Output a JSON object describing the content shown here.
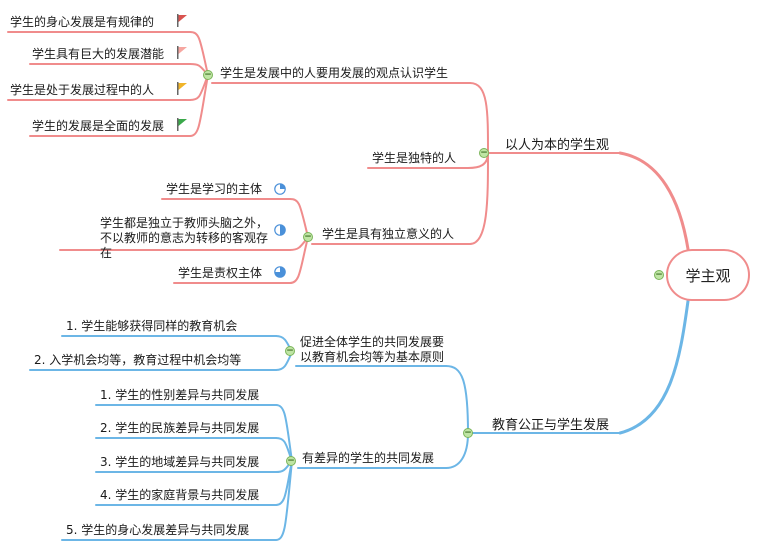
{
  "root": {
    "label": "学主观"
  },
  "branches": {
    "people": {
      "label": "以人为本的学生观"
    },
    "equity": {
      "label": "教育公正与学生发展"
    }
  },
  "people_children": {
    "develop": {
      "label": "学生是发展中的人要用发展的观点认识学生",
      "items": [
        {
          "label": "学生的身心发展是有规律的",
          "flag_color": "#d9534f"
        },
        {
          "label": "学生具有巨大的发展潜能",
          "flag_color": "#f6a6a0"
        },
        {
          "label": "学生是处于发展过程中的人",
          "flag_color": "#f0b429"
        },
        {
          "label": "学生的发展是全面的发展",
          "flag_color": "#3aa84a"
        }
      ]
    },
    "unique": {
      "label": "学生是独特的人"
    },
    "independent": {
      "label": "学生是具有独立意义的人",
      "items": [
        {
          "label": "学生是学习的主体",
          "progress": 0.25
        },
        {
          "label": "学生都是独立于教师头脑之外，不以教师的意志为转移的客观存在",
          "progress": 0.5
        },
        {
          "label": "学生是责权主体",
          "progress": 0.75
        }
      ]
    }
  },
  "equity_children": {
    "equal": {
      "label": "促进全体学生的共同发展要以教育机会均等为基本原则",
      "items": [
        {
          "label": "1. 学生能够获得同样的教育机会"
        },
        {
          "label": "2. 入学机会均等，教育过程中机会均等"
        }
      ]
    },
    "diverse": {
      "label": "有差异的学生的共同发展",
      "items": [
        {
          "label": "1. 学生的性别差异与共同发展"
        },
        {
          "label": "2. 学生的民族差异与共同发展"
        },
        {
          "label": "3. 学生的地域差异与共同发展"
        },
        {
          "label": "4. 学生的家庭背景与共同发展"
        },
        {
          "label": "5. 学生的身心发展差异与共同发展"
        }
      ]
    }
  },
  "colors": {
    "warm": "#f08c8c",
    "cool": "#6cb6e6",
    "toggle": "#bfe5a4"
  }
}
